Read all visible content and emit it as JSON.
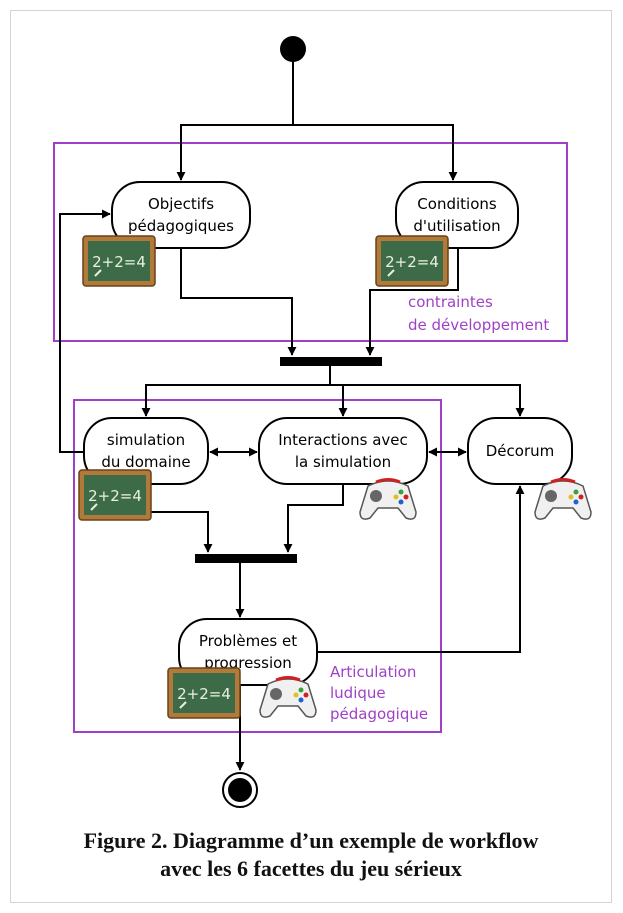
{
  "diagram": {
    "group_top_label_1": "contraintes",
    "group_top_label_2": "de développement",
    "group_bottom_label_1": "Articulation",
    "group_bottom_label_2": "ludique",
    "group_bottom_label_3": "pédagogique",
    "accent_color": "#a040c8",
    "nodes": {
      "objectifs_1": "Objectifs",
      "objectifs_2": "pédagogiques",
      "conditions_1": "Conditions",
      "conditions_2": "d'utilisation",
      "simulation_1": "simulation",
      "simulation_2": "du domaine",
      "interactions_1": "Interactions avec",
      "interactions_2": "la simulation",
      "decorum": "Décorum",
      "problemes_1": "Problèmes et",
      "problemes_2": "progression"
    },
    "icons": {
      "chalkboard_text": "2+2=4"
    }
  },
  "caption": {
    "line1_prefix": "Figure 2",
    "line1_rest": ". Diagramme d’un exemple de workflow",
    "line2": "avec les 6 facettes du jeu sérieux"
  }
}
